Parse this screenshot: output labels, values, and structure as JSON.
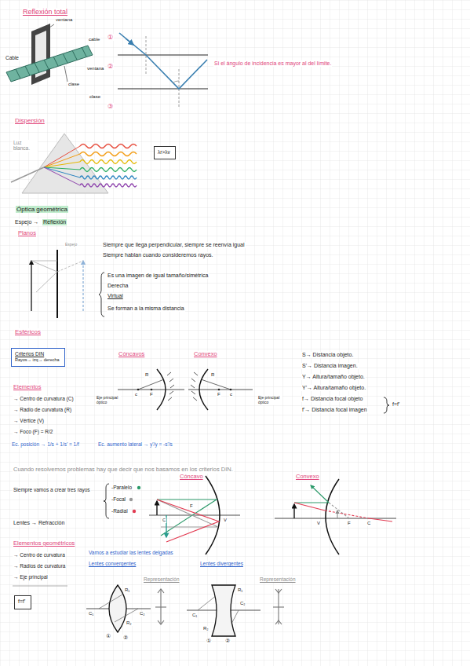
{
  "diagram": {
    "nodes": [
      {
        "text": [
          "Criterios DIN",
          "Rayos→ izq→ derecha"
        ]
      },
      {
        "text": [
          "λr>λv"
        ]
      },
      {
        "text": [
          "f=f'"
        ]
      }
    ],
    "labels": [
      "Reflexión total",
      "ventana",
      "Cable",
      "clase",
      "cable",
      "①",
      "ventana",
      "②",
      "clase",
      "③",
      "Si el ángulo de incidencia es mayor al del límite.",
      "Dispersión",
      "Luz blanca.",
      "Óptica geométrica",
      "Espejo →",
      "Reflexión",
      "Planos",
      "Espejo",
      "Siempre que llega perpendicular, siempre se reenvía igual",
      "Siempre hablan cuando consideremos rayos.",
      "Es una imagen de igual tamaño/simétrica",
      "Derecha",
      "Virtual",
      "Se forman a la misma distancia",
      "Esféricos",
      "Cóncavos",
      "Convexo",
      "R",
      "c",
      "F",
      "Eje principal óptico",
      "R",
      "F",
      "c",
      "Eje principal óptico",
      "S→ Distancia objeto.",
      "S'→ Distancia imagen.",
      "Y→ Altura/tamaño objeto.",
      "Y'→ Altura/tamaño objeto.",
      "f→ Distancia focal objeto",
      "f'→ Distancia focal imagen",
      "f=f'",
      "Elementos",
      "→ Centro de curvatura (C)",
      "→ Radio de curvatura (R)",
      "→ Vértice (V)",
      "→ Foco (F) = R/2",
      "Ec. posición → 1/s + 1/s' = 1/f",
      "Ec. aumento lateral → y'/y = -s'/s",
      "Cuando resolvemos problemas hay que decir que nos basamos en los criterios DIN.",
      "Cóncavo",
      "Convexo",
      "Siempre vamos a crear tres rayos",
      "-Paralelo",
      "-Focal",
      "-Radial",
      "F",
      "C",
      "V",
      "V",
      "F",
      "C",
      "Lentes → Refracción",
      "Elementos geométricos",
      "→ Centro de curvatura",
      "→ Radios de curvatura",
      "→ Eje principal",
      "Vamos a estudiar las lentes delgadas",
      "Lentes convergentes",
      "Lentes divergentes",
      "Representación",
      "Representación",
      "R₁",
      "C₁",
      "C₂",
      "R₂",
      "①",
      "②",
      "R₁",
      "C₁",
      "C₂",
      "R₂",
      "①",
      "②"
    ]
  }
}
